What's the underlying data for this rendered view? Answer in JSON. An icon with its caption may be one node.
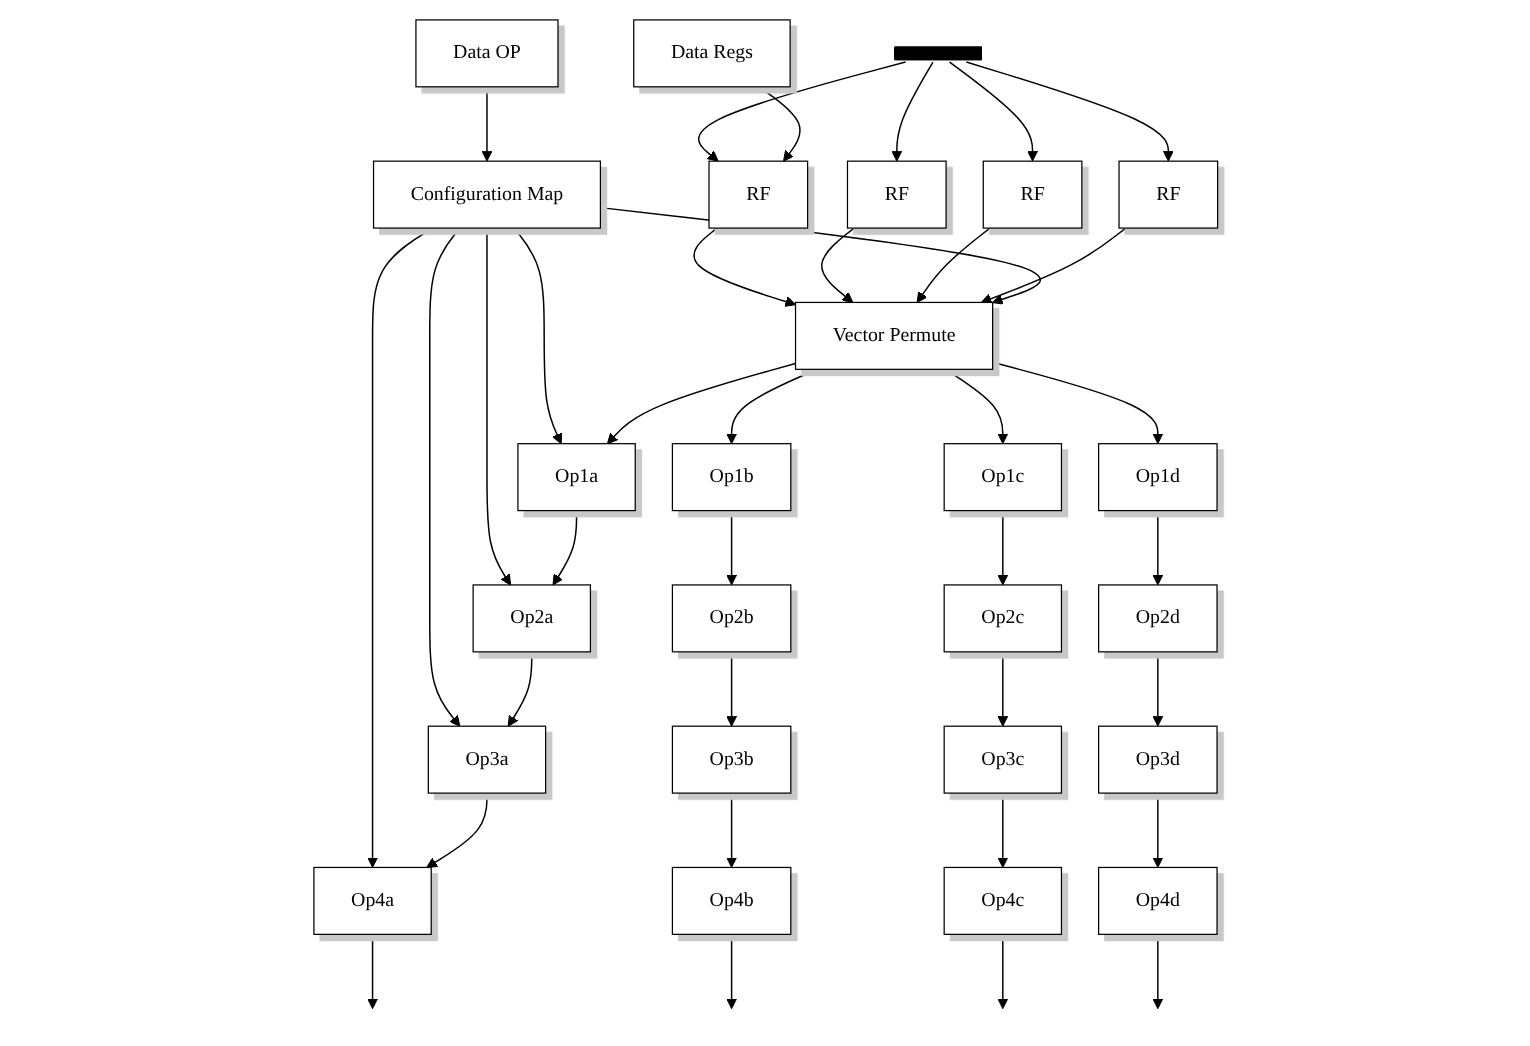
{
  "diagram": {
    "nodes": [
      {
        "text": [
          "Data OP"
        ]
      },
      {
        "text": [
          "Data Regs"
        ]
      },
      {
        "text": [],
        "shape": "bar"
      },
      {
        "text": [
          "RF"
        ]
      },
      {
        "text": [
          "RF"
        ]
      },
      {
        "text": [
          "RF"
        ]
      },
      {
        "text": [
          "RF"
        ]
      },
      {
        "text": [
          "Configuration Map"
        ]
      },
      {
        "text": [
          "Vector Permute"
        ]
      },
      {
        "text": [
          "Op1a"
        ]
      },
      {
        "text": [
          "Op1b"
        ]
      },
      {
        "text": [
          "Op1c"
        ]
      },
      {
        "text": [
          "Op1d"
        ]
      },
      {
        "text": [
          "Op2a"
        ]
      },
      {
        "text": [
          "Op2b"
        ]
      },
      {
        "text": [
          "Op2c"
        ]
      },
      {
        "text": [
          "Op2d"
        ]
      },
      {
        "text": [
          "Op3a"
        ]
      },
      {
        "text": [
          "Op3b"
        ]
      },
      {
        "text": [
          "Op3c"
        ]
      },
      {
        "text": [
          "Op3d"
        ]
      },
      {
        "text": [
          "Op4a"
        ]
      },
      {
        "text": [
          "Op4b"
        ]
      },
      {
        "text": [
          "Op4c"
        ]
      },
      {
        "text": [
          "Op4d"
        ]
      }
    ],
    "edges": [
      {
        "from": 2,
        "to": 3,
        "arrow": "to"
      },
      {
        "from": 2,
        "to": 4,
        "arrow": "to"
      },
      {
        "from": 2,
        "to": 5,
        "arrow": "to"
      },
      {
        "from": 2,
        "to": 6,
        "arrow": "to"
      },
      {
        "from": 1,
        "to": 3,
        "arrow": "to"
      },
      {
        "from": 3,
        "to": 8,
        "arrow": "to"
      },
      {
        "from": 4,
        "to": 8,
        "arrow": "to"
      },
      {
        "from": 5,
        "to": 8,
        "arrow": "to"
      },
      {
        "from": 6,
        "to": 8,
        "arrow": "to"
      },
      {
        "from": 0,
        "to": 7,
        "arrow": "to"
      },
      {
        "from": 7,
        "to": 8,
        "arrow": "to"
      },
      {
        "from": 7,
        "to": 9,
        "arrow": "to"
      },
      {
        "from": 7,
        "to": 13,
        "arrow": "to"
      },
      {
        "from": 7,
        "to": 17,
        "arrow": "to"
      },
      {
        "from": 7,
        "to": 21,
        "arrow": "to"
      },
      {
        "from": 8,
        "to": 9,
        "arrow": "to"
      },
      {
        "from": 8,
        "to": 10,
        "arrow": "to"
      },
      {
        "from": 8,
        "to": 11,
        "arrow": "to"
      },
      {
        "from": 8,
        "to": 12,
        "arrow": "to"
      },
      {
        "from": 9,
        "to": 13,
        "arrow": "to"
      },
      {
        "from": 10,
        "to": 14,
        "arrow": "to"
      },
      {
        "from": 11,
        "to": 15,
        "arrow": "to"
      },
      {
        "from": 12,
        "to": 16,
        "arrow": "to"
      },
      {
        "from": 13,
        "to": 17,
        "arrow": "to"
      },
      {
        "from": 14,
        "to": 18,
        "arrow": "to"
      },
      {
        "from": 15,
        "to": 19,
        "arrow": "to"
      },
      {
        "from": 16,
        "to": 20,
        "arrow": "to"
      },
      {
        "from": 17,
        "to": 21,
        "arrow": "to"
      },
      {
        "from": 18,
        "to": 22,
        "arrow": "to"
      },
      {
        "from": 19,
        "to": 23,
        "arrow": "to"
      },
      {
        "from": 20,
        "to": 24,
        "arrow": "to"
      },
      {
        "from": 21,
        "to": null,
        "arrow": "to"
      },
      {
        "from": 22,
        "to": null,
        "arrow": "to"
      },
      {
        "from": 23,
        "to": null,
        "arrow": "to"
      },
      {
        "from": 24,
        "to": null,
        "arrow": "to"
      }
    ]
  }
}
